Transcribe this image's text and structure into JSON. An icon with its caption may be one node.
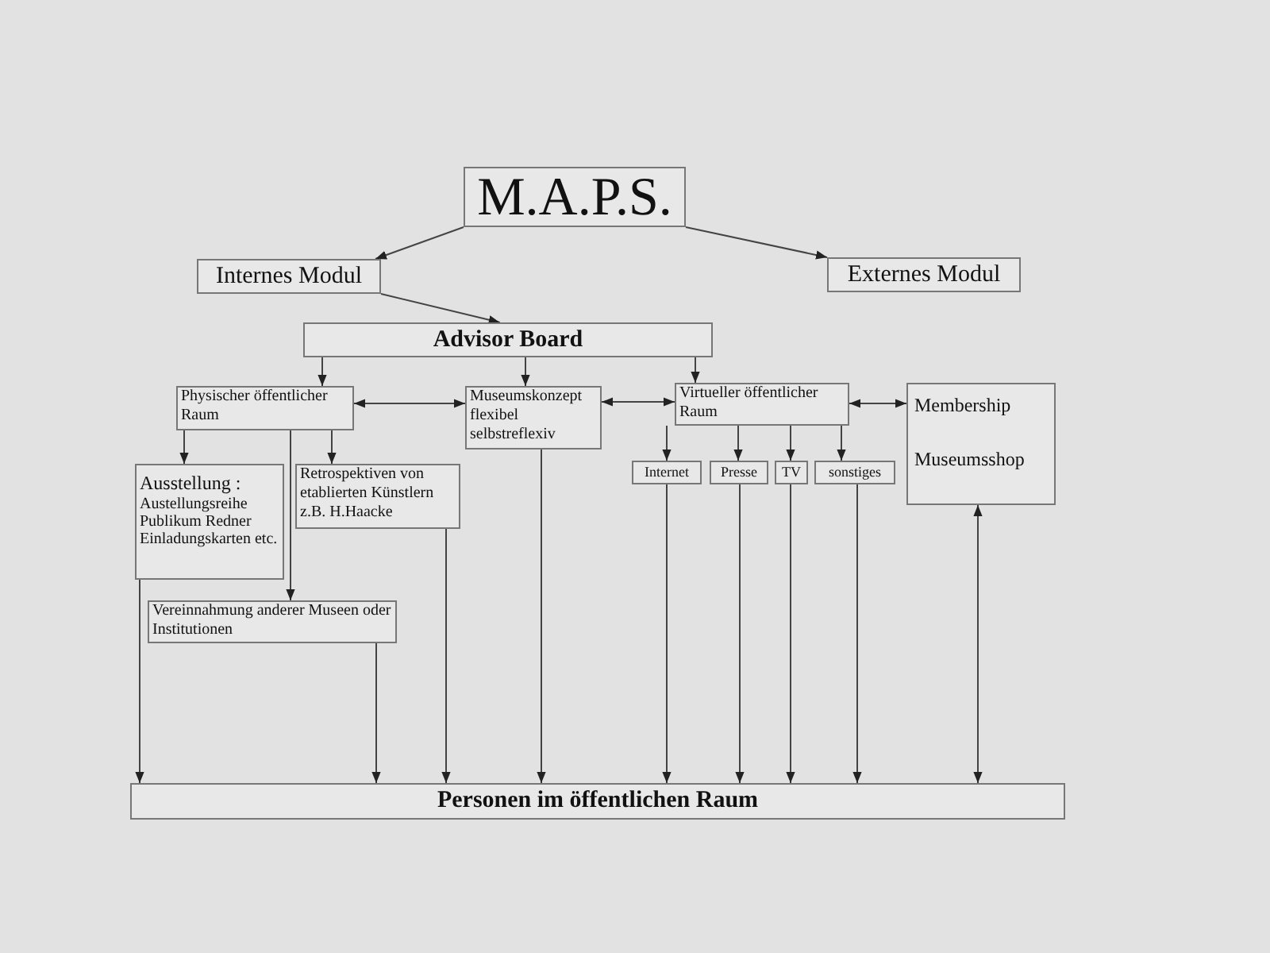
{
  "diagram": {
    "nodes": [
      {
        "text": [
          "M.A.P.S."
        ]
      },
      {
        "text": [
          "Internes Modul"
        ]
      },
      {
        "text": [
          "Externes Modul"
        ]
      },
      {
        "text": [
          "Advisor Board"
        ]
      },
      {
        "text": [
          "Physischer öffentlicher Raum"
        ]
      },
      {
        "text": [
          "Museumskonzept flexibel selbstreflexiv"
        ]
      },
      {
        "text": [
          "Virtueller öffentlicher Raum"
        ]
      },
      {
        "text": [
          "Membership",
          "Museumsshop"
        ]
      },
      {
        "text": [
          "Ausstellung :",
          "Austellungsreihe Publikum Redner Einladungskarten etc."
        ]
      },
      {
        "text": [
          "Retrospektiven von etablierten Künstlern z.B. H.Haacke"
        ]
      },
      {
        "text": [
          "Vereinnahmung anderer Museen oder Institutionen"
        ]
      },
      {
        "text": [
          "Internet"
        ]
      },
      {
        "text": [
          "Presse"
        ]
      },
      {
        "text": [
          "TV"
        ]
      },
      {
        "text": [
          "sonstiges"
        ]
      },
      {
        "text": [
          "Personen im öffentlichen Raum"
        ]
      }
    ],
    "edges": [
      {
        "from": 0,
        "to": 1,
        "arrow": "to"
      },
      {
        "from": 0,
        "to": 2,
        "arrow": "to"
      },
      {
        "from": 1,
        "to": 3,
        "arrow": "to"
      },
      {
        "from": 3,
        "to": 4,
        "arrow": "to"
      },
      {
        "from": 3,
        "to": 5,
        "arrow": "to"
      },
      {
        "from": 3,
        "to": 6,
        "arrow": "to"
      },
      {
        "from": 4,
        "to": 5,
        "arrow": "both"
      },
      {
        "from": 5,
        "to": 6,
        "arrow": "both"
      },
      {
        "from": 6,
        "to": 7,
        "arrow": "both"
      },
      {
        "from": 4,
        "to": 8,
        "arrow": "to"
      },
      {
        "from": 4,
        "to": 9,
        "arrow": "to"
      },
      {
        "from": 4,
        "to": 10,
        "arrow": "to"
      },
      {
        "from": 6,
        "to": 11,
        "arrow": "to"
      },
      {
        "from": 6,
        "to": 12,
        "arrow": "to"
      },
      {
        "from": 6,
        "to": 13,
        "arrow": "to"
      },
      {
        "from": 6,
        "to": 14,
        "arrow": "to"
      },
      {
        "from": 8,
        "to": 15,
        "arrow": "to"
      },
      {
        "from": 10,
        "to": 15,
        "arrow": "to"
      },
      {
        "from": 9,
        "to": 15,
        "arrow": "to"
      },
      {
        "from": 5,
        "to": 15,
        "arrow": "to"
      },
      {
        "from": 11,
        "to": 15,
        "arrow": "to"
      },
      {
        "from": 12,
        "to": 15,
        "arrow": "to"
      },
      {
        "from": 13,
        "to": 15,
        "arrow": "to"
      },
      {
        "from": 14,
        "to": 15,
        "arrow": "to"
      },
      {
        "from": 15,
        "to": 7,
        "arrow": "both"
      }
    ]
  }
}
